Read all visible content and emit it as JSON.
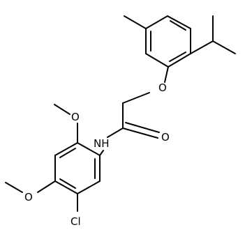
{
  "structure": {
    "atoms": {
      "o_ether": "O",
      "o_carbonyl": "O",
      "n_amide": "NH",
      "o_methoxy_top": "O",
      "o_methoxy_bottom": "O",
      "cl": "Cl"
    },
    "colors": {
      "bond": "#000000",
      "label": "#000000",
      "background": "#ffffff"
    }
  }
}
